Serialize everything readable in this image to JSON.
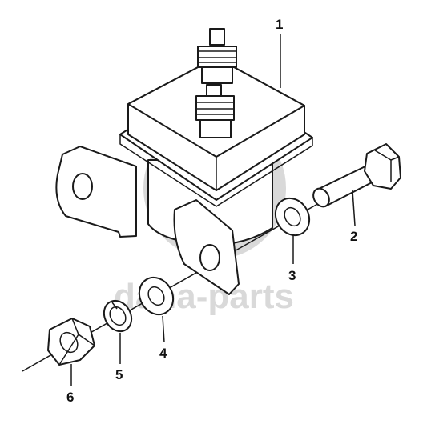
{
  "watermark": {
    "text": "dana-parts",
    "color": "#d9d9d9"
  },
  "callouts": [
    {
      "number": "1"
    },
    {
      "number": "2"
    },
    {
      "number": "3"
    },
    {
      "number": "4"
    },
    {
      "number": "5"
    },
    {
      "number": "6"
    }
  ]
}
